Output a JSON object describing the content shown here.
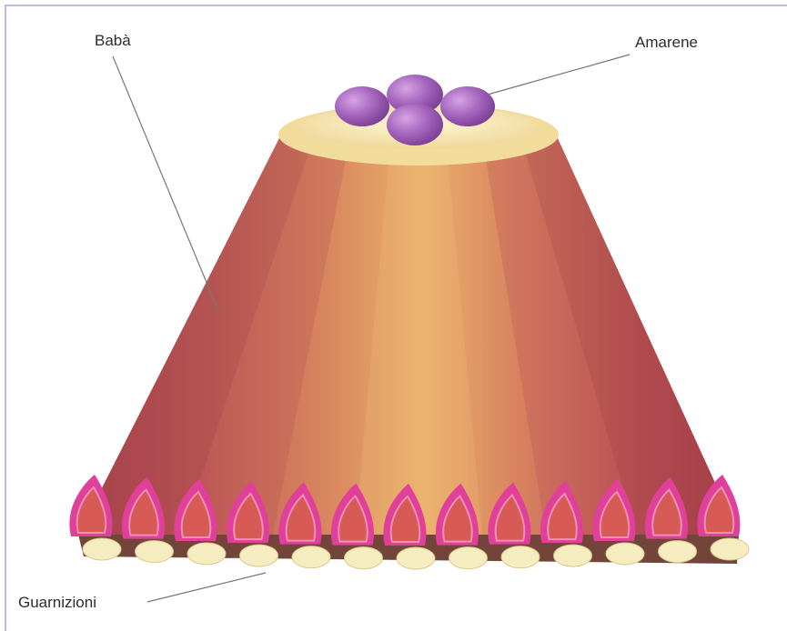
{
  "labels": {
    "baba": "Babà",
    "amarene": "Amarene",
    "guarnizioni": "Guarnizioni"
  },
  "colors": {
    "frame": "#c9b3e2",
    "cake_dark": "#b0474e",
    "cake_mid": "#d07a5f",
    "cake_light": "#e8a869",
    "cream": "#f4e3a8",
    "cherry": "#9d5bb3",
    "petal_outer": "#e0409a",
    "petal_inner": "#d85a55",
    "slice": "#f5ecc0"
  },
  "icons": {
    "cherries": "cherry-icon",
    "garnish": "garnish-petal-icon"
  },
  "garnish_count": 13
}
